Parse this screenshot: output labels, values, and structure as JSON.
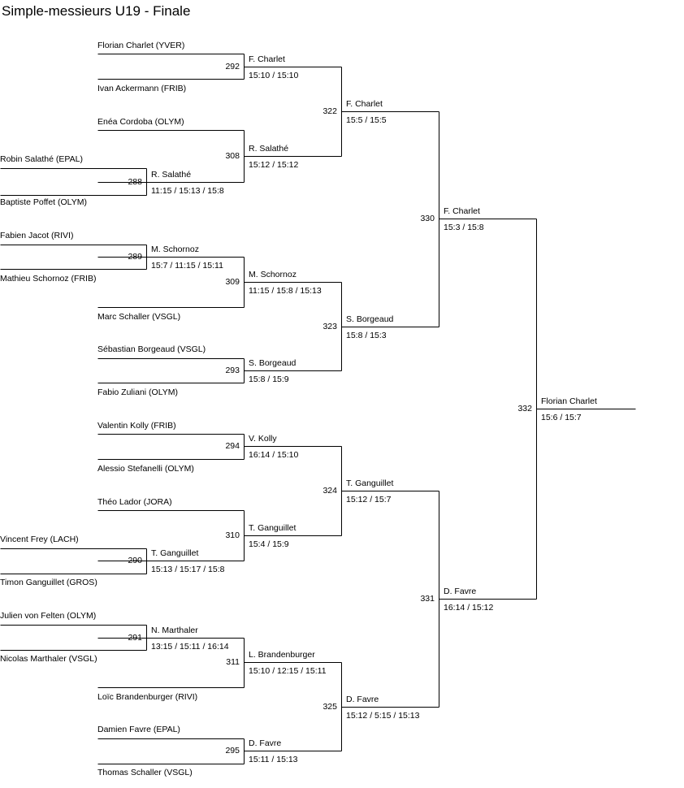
{
  "title": "Simple-messieurs U19 - Finale",
  "players": [
    "Florian Charlet (YVER)",
    "Ivan Ackermann (FRIB)",
    "Enéa Cordoba (OLYM)",
    "Robin Salathé (EPAL)",
    "Baptiste Poffet (OLYM)",
    "Fabien Jacot (RIVI)",
    "Mathieu Schornoz (FRIB)",
    "Marc Schaller (VSGL)",
    "Sébastian Borgeaud (VSGL)",
    "Fabio Zuliani (OLYM)",
    "Valentin Kolly (FRIB)",
    "Alessio Stefanelli (OLYM)",
    "Théo Lador (JORA)",
    "Vincent Frey (LACH)",
    "Timon Ganguillet (GROS)",
    "Julien von Felten (OLYM)",
    "Nicolas Marthaler (VSGL)",
    "Loïc Brandenburger (RIVI)",
    "Damien Favre (EPAL)",
    "Thomas Schaller (VSGL)"
  ],
  "matches": [
    {
      "id": "288",
      "winner": "R. Salathé",
      "score": "11:15 / 15:13 / 15:8"
    },
    {
      "id": "289",
      "winner": "M. Schornoz",
      "score": "15:7 / 11:15 / 15:11"
    },
    {
      "id": "290",
      "winner": "T. Ganguillet",
      "score": "15:13 / 15:17 / 15:8"
    },
    {
      "id": "291",
      "winner": "N. Marthaler",
      "score": "13:15 / 15:11 / 16:14"
    },
    {
      "id": "292",
      "winner": "F. Charlet",
      "score": "15:10 / 15:10"
    },
    {
      "id": "308",
      "winner": "R. Salathé",
      "score": "15:12 / 15:12"
    },
    {
      "id": "309",
      "winner": "M. Schornoz",
      "score": "11:15 / 15:8 / 15:13"
    },
    {
      "id": "293",
      "winner": "S. Borgeaud",
      "score": "15:8 / 15:9"
    },
    {
      "id": "294",
      "winner": "V. Kolly",
      "score": "16:14 / 15:10"
    },
    {
      "id": "310",
      "winner": "T. Ganguillet",
      "score": "15:4 / 15:9"
    },
    {
      "id": "311",
      "winner": "L. Brandenburger",
      "score": "15:10 / 12:15 / 15:11"
    },
    {
      "id": "295",
      "winner": "D. Favre",
      "score": "15:11 / 15:13"
    },
    {
      "id": "322",
      "winner": "F. Charlet",
      "score": "15:5 / 15:5"
    },
    {
      "id": "323",
      "winner": "S. Borgeaud",
      "score": "15:8 / 15:3"
    },
    {
      "id": "324",
      "winner": "T. Ganguillet",
      "score": "15:12 / 15:7"
    },
    {
      "id": "325",
      "winner": "D. Favre",
      "score": "15:12 / 5:15 / 15:13"
    },
    {
      "id": "330",
      "winner": "F. Charlet",
      "score": "15:3 / 15:8"
    },
    {
      "id": "331",
      "winner": "D. Favre",
      "score": "16:14 / 15:12"
    },
    {
      "id": "332",
      "winner": "Florian Charlet",
      "score": "15:6 / 15:7"
    }
  ]
}
